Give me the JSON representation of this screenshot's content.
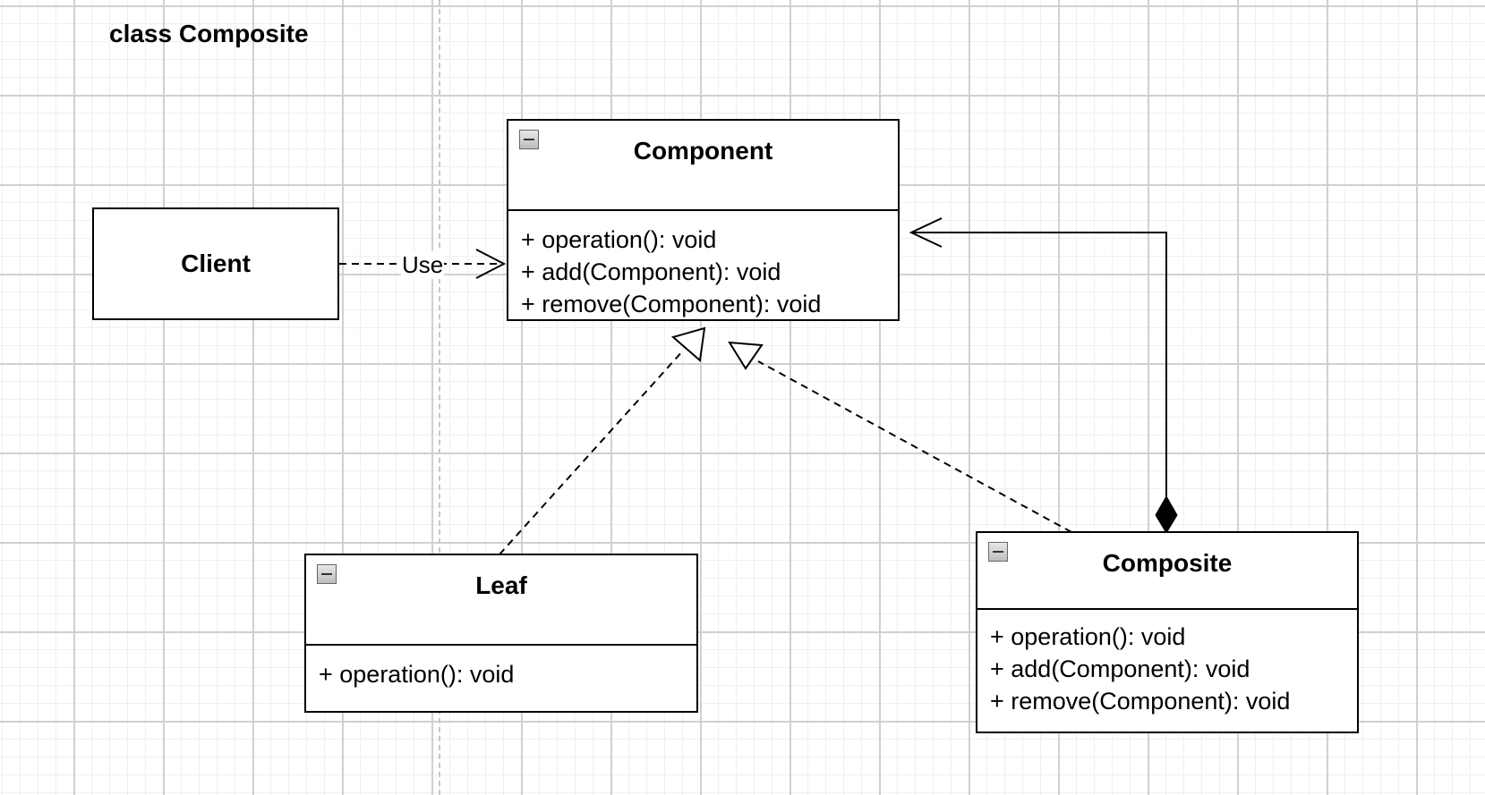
{
  "diagram": {
    "title": "class Composite",
    "use_label": "Use",
    "classes": {
      "client": {
        "name": "Client"
      },
      "component": {
        "name": "Component",
        "operations": [
          "+ operation(): void",
          "+ add(Component): void",
          "+ remove(Component): void"
        ]
      },
      "leaf": {
        "name": "Leaf",
        "operations": [
          "+ operation(): void"
        ]
      },
      "composite": {
        "name": "Composite",
        "operations": [
          "+ operation(): void",
          "+ add(Component): void",
          "+ remove(Component): void"
        ]
      }
    },
    "icons": {
      "collapse": "collapse-minus-icon"
    },
    "colors": {
      "line": "#000000",
      "grid": "#d0d0d0",
      "background": "#ffffff"
    }
  }
}
